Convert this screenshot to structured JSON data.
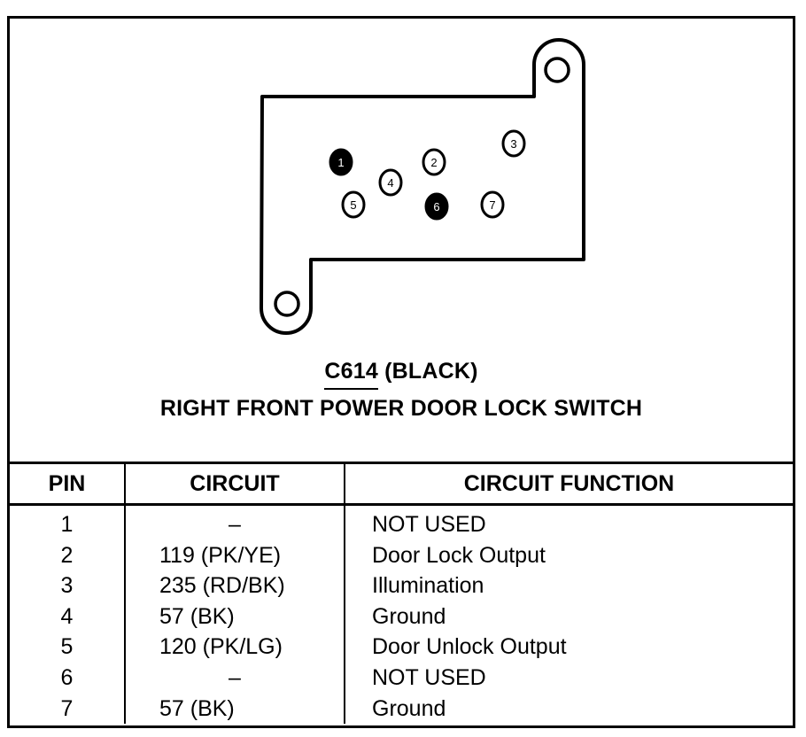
{
  "connector": {
    "code": "C614",
    "color_label": "(BLACK)",
    "name": "RIGHT FRONT POWER DOOR LOCK SWITCH"
  },
  "table": {
    "headers": [
      "PIN",
      "CIRCUIT",
      "CIRCUIT FUNCTION"
    ],
    "rows": [
      {
        "pin": "1",
        "circuit": "–",
        "function": "NOT USED"
      },
      {
        "pin": "2",
        "circuit": "119 (PK/YE)",
        "function": "Door Lock Output"
      },
      {
        "pin": "3",
        "circuit": "235 (RD/BK)",
        "function": "Illumination"
      },
      {
        "pin": "4",
        "circuit": "57 (BK)",
        "function": "Ground"
      },
      {
        "pin": "5",
        "circuit": "120 (PK/LG)",
        "function": "Door Unlock Output"
      },
      {
        "pin": "6",
        "circuit": "–",
        "function": "NOT USED"
      },
      {
        "pin": "7",
        "circuit": "57 (BK)",
        "function": "Ground"
      }
    ]
  },
  "pins": [
    {
      "label": "1",
      "filled": true
    },
    {
      "label": "2",
      "filled": false
    },
    {
      "label": "3",
      "filled": false
    },
    {
      "label": "4",
      "filled": false
    },
    {
      "label": "5",
      "filled": false
    },
    {
      "label": "6",
      "filled": true
    },
    {
      "label": "7",
      "filled": false
    }
  ],
  "colors": {
    "line": "#000000",
    "background": "#ffffff"
  }
}
